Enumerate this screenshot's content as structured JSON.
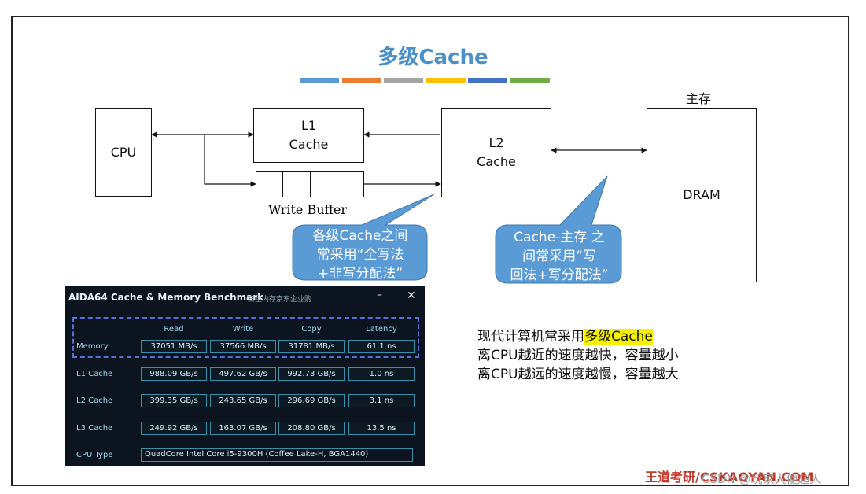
{
  "slide": {
    "title": "多级Cache",
    "title_color": "#4a90c8",
    "color_bars": [
      "#5b9bd5",
      "#ed7d31",
      "#a5a5a5",
      "#ffc000",
      "#4472c4",
      "#70ad47"
    ]
  },
  "diagram": {
    "cpu": "CPU",
    "l1_line1": "L1",
    "l1_line2": "Cache",
    "l2_line1": "L2",
    "l2_line2": "Cache",
    "main_memory_label": "主存",
    "dram": "DRAM",
    "write_buffer": "Write Buffer",
    "callout_left": [
      "各级Cache之间",
      "常采用“全写法",
      "+非写分配法”"
    ],
    "callout_right": [
      "Cache-主存 之",
      "间常采用“写",
      "回法+写分配法”"
    ],
    "callout_color": "#5b9bd5"
  },
  "benchmark": {
    "title": "AIDA64 Cache & Memory Benchmark",
    "subtitle": "三星内存京东企业购",
    "minimize": "–",
    "close": "✕",
    "columns": [
      "Read",
      "Write",
      "Copy",
      "Latency"
    ],
    "rows": [
      {
        "label": "Memory",
        "read": "37051 MB/s",
        "write": "37566 MB/s",
        "copy": "31781 MB/s",
        "latency": "61.1 ns"
      },
      {
        "label": "L1 Cache",
        "read": "988.09 GB/s",
        "write": "497.62 GB/s",
        "copy": "992.73 GB/s",
        "latency": "1.0 ns"
      },
      {
        "label": "L2 Cache",
        "read": "399.35 GB/s",
        "write": "243.65 GB/s",
        "copy": "296.69 GB/s",
        "latency": "3.1 ns"
      },
      {
        "label": "L3 Cache",
        "read": "249.92 GB/s",
        "write": "163.07 GB/s",
        "copy": "208.80 GB/s",
        "latency": "13.5 ns"
      }
    ],
    "cpu_type_label": "CPU Type",
    "cpu_type_value": "QuadCore Intel Core i5-9300H  (Coffee Lake-H, BGA1440)"
  },
  "notes": {
    "line1_prefix": "现代计算机常采用",
    "line1_highlight": "多级Cache",
    "line2": "离CPU越近的速度越快，容量越小",
    "line3": "离CPU越远的速度越慢，容量越大"
  },
  "footer": {
    "brand": "王道考研/CSKAOYAN.COM",
    "watermark": "CSDN @玩家大便超人"
  }
}
